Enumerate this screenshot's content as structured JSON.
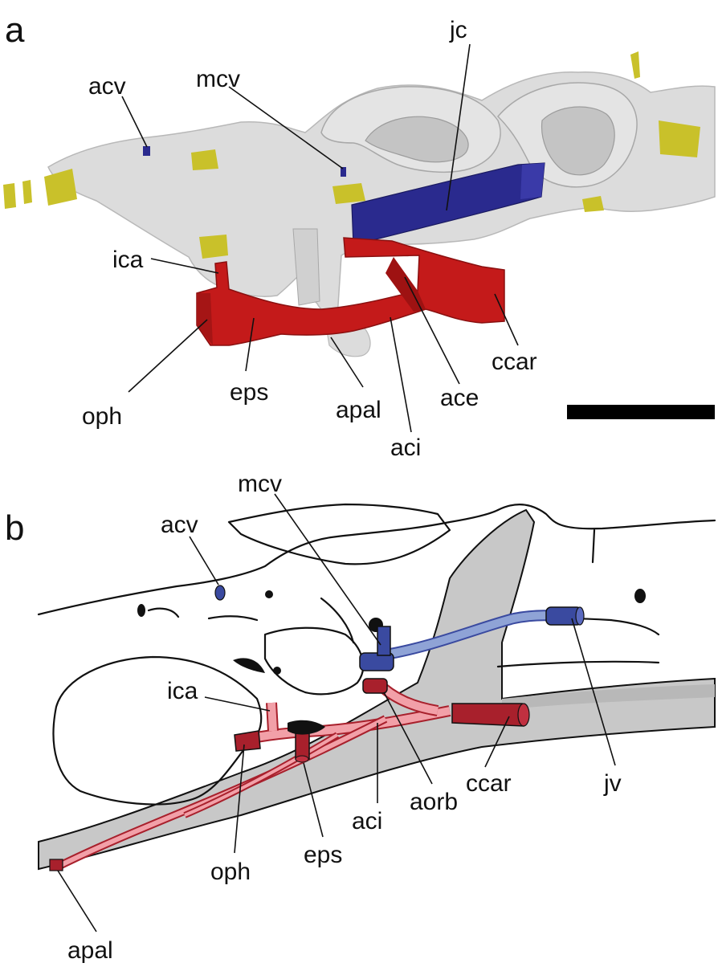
{
  "panel_a": {
    "label": "a",
    "labels": {
      "acv": "acv",
      "mcv": "mcv",
      "jc": "jc",
      "ica": "ica",
      "oph": "oph",
      "eps": "eps",
      "apal": "apal",
      "aci": "aci",
      "ace": "ace",
      "ccar": "ccar"
    }
  },
  "panel_b": {
    "label": "b",
    "labels": {
      "mcv": "mcv",
      "acv": "acv",
      "ica": "ica",
      "ccar": "ccar",
      "jv": "jv",
      "aorb": "aorb",
      "aci": "aci",
      "eps": "eps",
      "oph": "oph",
      "apal": "apal"
    }
  },
  "colors": {
    "bone_3d": "#dcdcdc",
    "vein_3d": "#2a2a8e",
    "artery_3d": "#c41a1a",
    "nerve_3d": "#c9c12a",
    "bone_gray_2d": "#c8c8c8",
    "vein_light": "#8fa3d6",
    "vein_dark": "#3a4aa0",
    "artery_light": "#f2a0a8",
    "artery_dark": "#a8202c",
    "scale_bar": "#000000"
  }
}
